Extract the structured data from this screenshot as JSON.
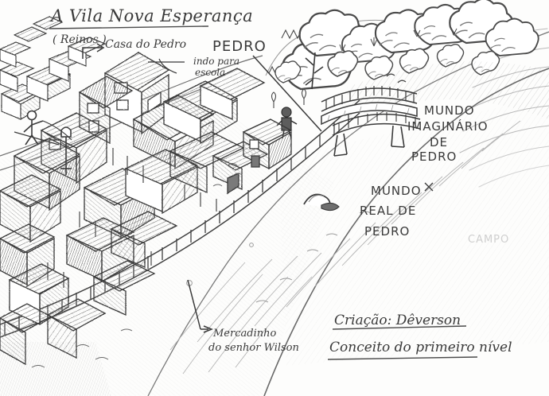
{
  "artwork": {
    "medium": "graphite pencil sketch on white paper",
    "subject": "aerial view of a Brazilian hillside favela village beside a river, with a wooden footbridge leading to a wooded area",
    "paper_color": "#fdfdfc",
    "ink_color": "#3a3a3a"
  },
  "annotations": {
    "title": "A Vila Nova Esperança",
    "subtitle": "( Reinos )",
    "house_label": "Casa do Pedro",
    "pedro_name": "PEDRO",
    "pedro_action_line1": "indo para",
    "pedro_action_line2": "escola",
    "imaginary_world_line1": "MUNDO",
    "imaginary_world_line2": "IMAGINÁRIO",
    "imaginary_world_line3": "DE",
    "imaginary_world_line4": "PEDRO",
    "real_world_line1": "MUNDO",
    "real_world_line2": "REAL DE",
    "real_world_line3": "PEDRO",
    "market_line1": "Mercadinho",
    "market_line2": "do senhor Wilson",
    "credit": "Criação: Dêverson",
    "caption": "Conceito do primeiro nível",
    "erased_note": "CAMPO"
  },
  "icons": {
    "arrow_to_house": "arrow-right-icon",
    "arrow_to_market": "arrow-right-icon",
    "leader_line_pedro": "leader-line-icon",
    "leader_line_market": "leader-line-icon"
  },
  "scene_elements": [
    {
      "name": "village-houses",
      "label": "stacked favela houses on hillside"
    },
    {
      "name": "stick-figure-kite",
      "label": "child flying a kite on a rooftop"
    },
    {
      "name": "street-lamp",
      "label": "street lamp post"
    },
    {
      "name": "river",
      "label": "river flowing diagonally"
    },
    {
      "name": "riverside-railing",
      "label": "fence railing along the riverbank path"
    },
    {
      "name": "wooden-bridge",
      "label": "wooden footbridge"
    },
    {
      "name": "tree-cluster",
      "label": "cluster of trees and bushes"
    },
    {
      "name": "pedro-character",
      "label": "Pedro walking to school"
    },
    {
      "name": "market-building",
      "label": "Mercadinho do senhor Wilson"
    },
    {
      "name": "sun-rays",
      "label": "radiating curved sky lines at right"
    },
    {
      "name": "arched-tunnel",
      "label": "small arched tunnel / culvert"
    }
  ]
}
